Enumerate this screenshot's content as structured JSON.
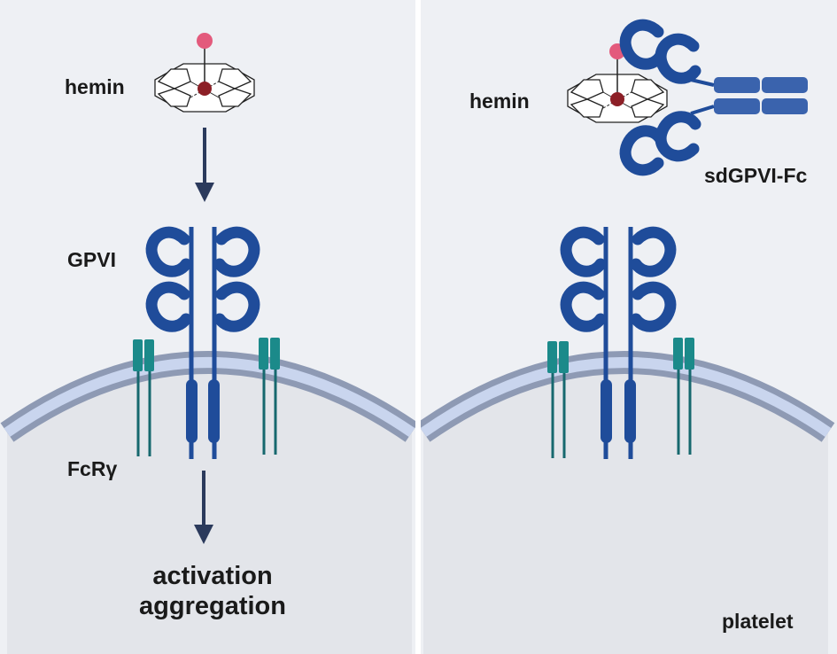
{
  "left_panel": {
    "ligand_label": "hemin",
    "receptor_label": "GPVI",
    "coreceptor_label": "FcRγ",
    "outcome_lines": [
      "activation",
      "aggregation"
    ]
  },
  "right_panel": {
    "ligand_label": "hemin",
    "blocker_label": "sdGPVI-Fc",
    "cell_label": "platelet"
  },
  "colors": {
    "panel_bg": "#eef0f4",
    "cell_fill": "#e3e5ea",
    "membrane_outer": "#8e9ab4",
    "membrane_inner": "#c9d5ee",
    "gpvi_blue": "#1f4c9a",
    "fc_blue": "#3a63ad",
    "fcr_teal": "#1b8a8a",
    "arrow": "#2b3a5c",
    "iron": "#8c1f26",
    "ligand_ball": "#e35a7c"
  }
}
